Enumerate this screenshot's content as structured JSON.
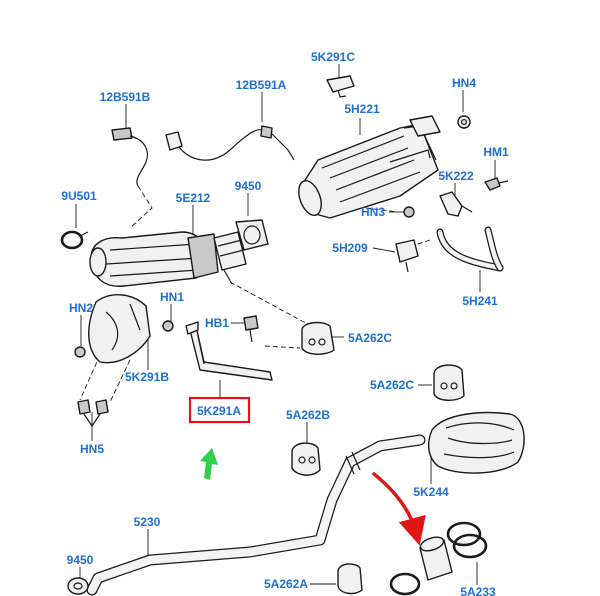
{
  "diagram": {
    "callouts": {
      "c_5k291c": "5K291C",
      "c_12b591a": "12B591A",
      "c_12b591b": "12B591B",
      "c_hn4": "HN4",
      "c_5h221": "5H221",
      "c_hm1": "HM1",
      "c_9u501": "9U501",
      "c_5e212": "5E212",
      "c_9450_top": "9450",
      "c_5k222": "5K222",
      "c_hn3": "HN3",
      "c_5h209": "5H209",
      "c_hn2": "HN2",
      "c_hn1": "HN1",
      "c_hb1": "HB1",
      "c_5a262c_1": "5A262C",
      "c_5k291b": "5K291B",
      "c_5h241": "5H241",
      "c_5a262c_2": "5A262C",
      "c_5k291a": "5K291A",
      "c_5a262b": "5A262B",
      "c_hn5": "HN5",
      "c_5k244": "5K244",
      "c_5230": "5230",
      "c_9450_bottom": "9450",
      "c_5a262a": "5A262A",
      "c_5a233": "5A233"
    },
    "highlighted_part": "5K291A",
    "colors": {
      "callout_text": "#1f6fd6",
      "highlight_box": "#e8101a",
      "green_arrow": "#2fd14a",
      "red_arrow": "#e01515",
      "line_art": "#1a1a1a"
    }
  }
}
